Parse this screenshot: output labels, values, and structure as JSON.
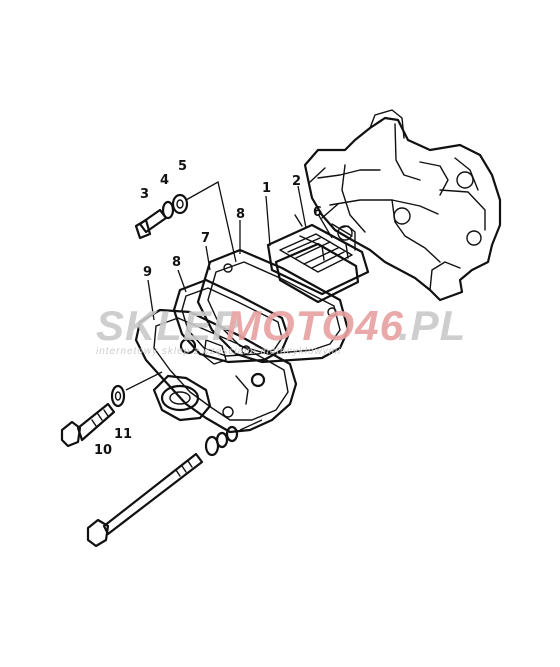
{
  "callouts": [
    {
      "id": "1",
      "label": "1"
    },
    {
      "id": "2",
      "label": "2"
    },
    {
      "id": "3",
      "label": "3"
    },
    {
      "id": "4",
      "label": "4"
    },
    {
      "id": "5",
      "label": "5"
    },
    {
      "id": "6",
      "label": "6"
    },
    {
      "id": "7",
      "label": "7"
    },
    {
      "id": "8a",
      "label": "8"
    },
    {
      "id": "8b",
      "label": "8"
    },
    {
      "id": "9",
      "label": "9"
    },
    {
      "id": "10",
      "label": "10"
    },
    {
      "id": "11",
      "label": "11"
    }
  ],
  "watermark": {
    "brand_left": "SKLEP",
    "brand_mid": "MOTO46",
    "brand_right": ".PL",
    "tagline": "internetowy sklep z częściami motocyklowymi",
    "colors": {
      "grey": "#c9c9c9",
      "red": "#e8a0a0"
    }
  }
}
